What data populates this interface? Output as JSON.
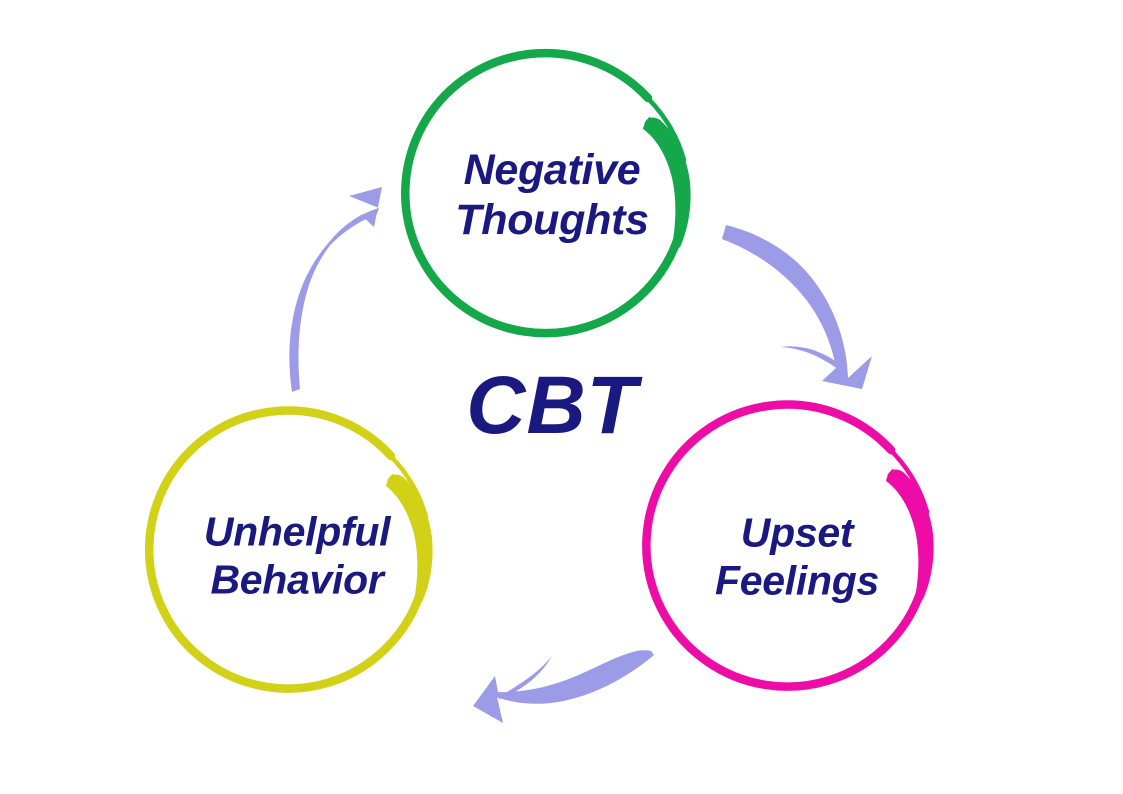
{
  "diagram": {
    "title": "CBT",
    "center_label": "CBT",
    "background_color": "#FFFFFF",
    "text_color": "#191980",
    "arrow_color": "#9B9BE8",
    "nodes": [
      {
        "id": "negative-thoughts",
        "label": "Negative Thoughts",
        "line1": "Negative",
        "line2": "Thoughts",
        "color": "#14A84A",
        "color_name": "green",
        "position": "top"
      },
      {
        "id": "upset-feelings",
        "label": "Upset Feelings",
        "line1": "Upset",
        "line2": "Feelings",
        "color": "#ED0CA6",
        "color_name": "magenta",
        "position": "bottom-right"
      },
      {
        "id": "unhelpful-behavior",
        "label": "Unhelpful Behavior",
        "line1": "Unhelpful",
        "line2": "Behavior",
        "color": "#D2D117",
        "color_name": "yellow",
        "position": "bottom-left"
      }
    ],
    "connectors": [
      {
        "id": "thoughts-to-feelings",
        "from": "negative-thoughts",
        "to": "upset-feelings",
        "direction": "down-right"
      },
      {
        "id": "feelings-to-behavior",
        "from": "upset-feelings",
        "to": "unhelpful-behavior",
        "direction": "left"
      },
      {
        "id": "behavior-to-thoughts",
        "from": "unhelpful-behavior",
        "to": "negative-thoughts",
        "direction": "up-right"
      }
    ]
  }
}
